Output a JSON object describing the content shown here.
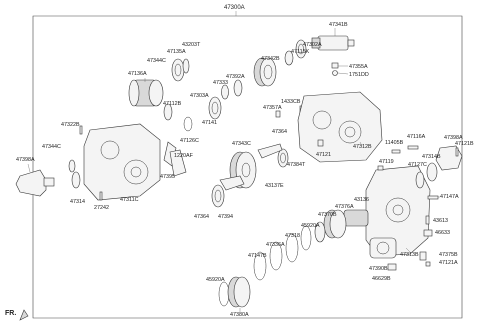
{
  "assembly_label": "47300A",
  "fr_label": "FR.",
  "part_labels": {
    "p47341B": "47341B",
    "p47302A_top": "47302A",
    "p47115K": "47115K",
    "p47342B": "47342B",
    "p47392A": "47392A",
    "p47355A": "47355A",
    "p1751DD": "1751DD",
    "p43203T": "43203T",
    "p47135A": "47135A",
    "p47344C": "47344C",
    "p47136A": "47136A",
    "p47333": "47333",
    "p47303A": "47303A",
    "p47357A": "47357A",
    "p1433CB": "1433CB",
    "p47112B": "47112B",
    "p47141": "47141",
    "p47126C": "47126C",
    "p1220AF": "1220AF",
    "p47322B": "47322B",
    "p47344C_left": "47344C",
    "p47398A_left": "47398A",
    "p47314": "47314",
    "p27242": "27242",
    "p47311C": "47311C",
    "p47395": "47395",
    "p47343C": "47343C",
    "p47364_a": "47364",
    "p47384T": "47384T",
    "p47121": "47121",
    "p47312B": "47312B",
    "p11405B": "11405B",
    "p47116A": "47116A",
    "p47398A_right": "47398A",
    "p47121B": "47121B",
    "p47119": "47119",
    "p47314B": "47314B",
    "p47127C": "47127C",
    "p43137E": "43137E",
    "p47364_b": "47364",
    "p47394": "47394",
    "p43136": "43136",
    "p47147A": "47147A",
    "p47376A": "47376A",
    "p47370B": "47370B",
    "p45920A_mid": "45920A",
    "p43613": "43613",
    "p47318": "47318",
    "p47336A": "47336A",
    "p46633": "46633",
    "p47147B": "47147B",
    "p47313B": "47313B",
    "p47375B": "47375B",
    "p47121A": "47121A",
    "p47390B": "47390B",
    "p46629B": "46629B",
    "p45920A_bottom": "45920A",
    "p47380A": "47380A"
  }
}
